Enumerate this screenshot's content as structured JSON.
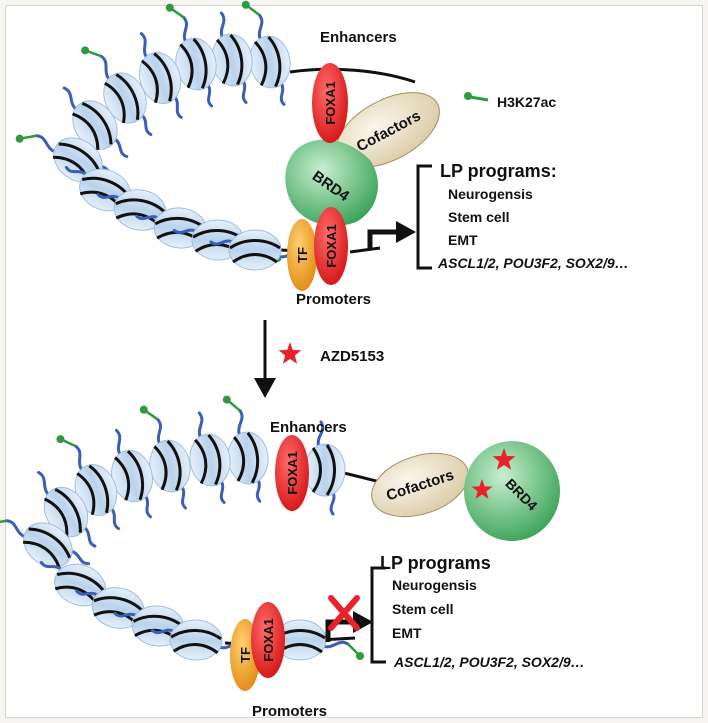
{
  "top_panel": {
    "enhancers_label": "Enhancers",
    "promoters_label": "Promoters",
    "foxa1_enhancer_label": "FOXA1",
    "foxa1_promoter_label": "FOXA1",
    "tf_label": "TF",
    "cofactors_label": "Cofactors",
    "brd4_label": "BRD4",
    "legend_label": "H3K27ac",
    "programs_title": "LP programs:",
    "programs": [
      "Neurogensis",
      "Stem cell",
      "EMT",
      "ASCL1/2, POU3F2, SOX2/9…"
    ]
  },
  "treatment": {
    "drug_label": "AZD5153"
  },
  "bottom_panel": {
    "enhancers_label": "Enhancers",
    "promoters_label": "Promoters",
    "foxa1_enhancer_label": "FOXA1",
    "foxa1_promoter_label": "FOXA1",
    "tf_label": "TF",
    "cofactors_label": "Cofactors",
    "brd4_label": "BRD4",
    "programs_title": "LP programs",
    "programs": [
      "Neurogensis",
      "Stem cell",
      "EMT",
      "ASCL1/2, POU3F2, SOX2/9…"
    ]
  },
  "colors": {
    "nucleosome": "#bcd6ee",
    "dna_wrap": "#111111",
    "histone_tail": "#3a5fb8",
    "acetyl_mark": "#2e9a3c",
    "foxa1": "#e02222",
    "tf": "#e89520",
    "cofactors": "#e8dcc0",
    "brd4": "#3fae5e",
    "inhibitor_star": "#e8212a",
    "block_cross": "#e8212a"
  }
}
